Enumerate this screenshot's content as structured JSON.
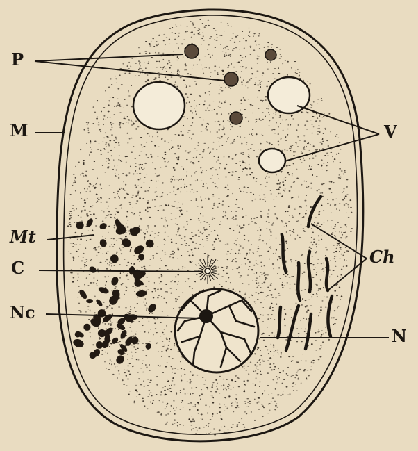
{
  "figure": {
    "labels": {
      "P": "P",
      "M": "M",
      "Mt": "Mt",
      "C": "C",
      "Nc": "Nc",
      "V": "V",
      "Ch": "Ch",
      "N": "N"
    },
    "colors": {
      "paper": "#e9dcc1",
      "ink": "#1c1712",
      "speckle": "#2a2118",
      "vacuole_fill": "#f4ecd9",
      "nucleus_fill": "#efe4cc"
    },
    "parts": [
      "plastid",
      "cell-membrane",
      "mitochondria",
      "centrosome",
      "nucleolus",
      "vacuole",
      "chromatin",
      "nucleus"
    ]
  }
}
